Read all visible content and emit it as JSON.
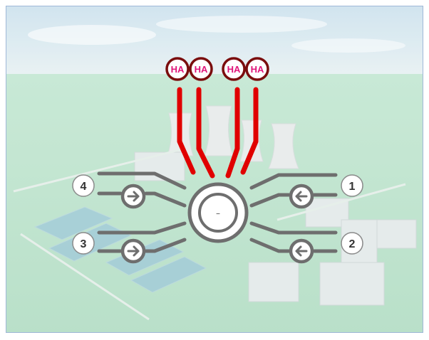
{
  "header_sources": [
    {
      "label": "HA"
    },
    {
      "label": "HA"
    },
    {
      "label": "HA"
    },
    {
      "label": "HA"
    }
  ],
  "ports": [
    {
      "number": "4"
    },
    {
      "number": "3"
    },
    {
      "number": "1"
    },
    {
      "number": "2"
    }
  ],
  "hub": {
    "symbol": "–"
  },
  "colors": {
    "header_line": "#e00000",
    "header_ring": "#7a0d0d",
    "header_text": "#e0157a",
    "connector": "#6e6e6e",
    "sky": "#dbeaf2",
    "ground": "#bfe4cf"
  },
  "icons": {
    "inlet_arrow_right": "arrow-right-circle-icon",
    "inlet_arrow_left": "arrow-left-circle-icon",
    "hub": "valve-hub-icon"
  }
}
